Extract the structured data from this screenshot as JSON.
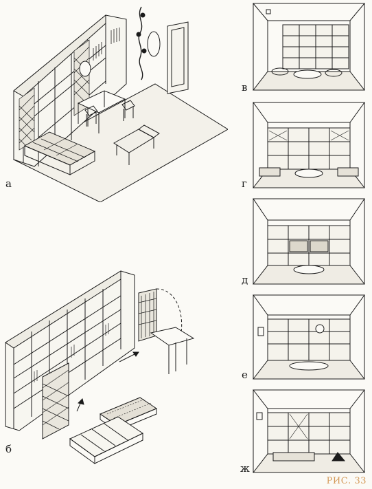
{
  "labels": {
    "a": "а",
    "b": "б",
    "v": "в",
    "g": "г",
    "d": "д",
    "e": "е",
    "zh": "ж"
  },
  "caption": "РИС. 33",
  "colors": {
    "ink": "#1b1b1b",
    "paper": "#fbfaf6",
    "caption": "#d49a58"
  }
}
